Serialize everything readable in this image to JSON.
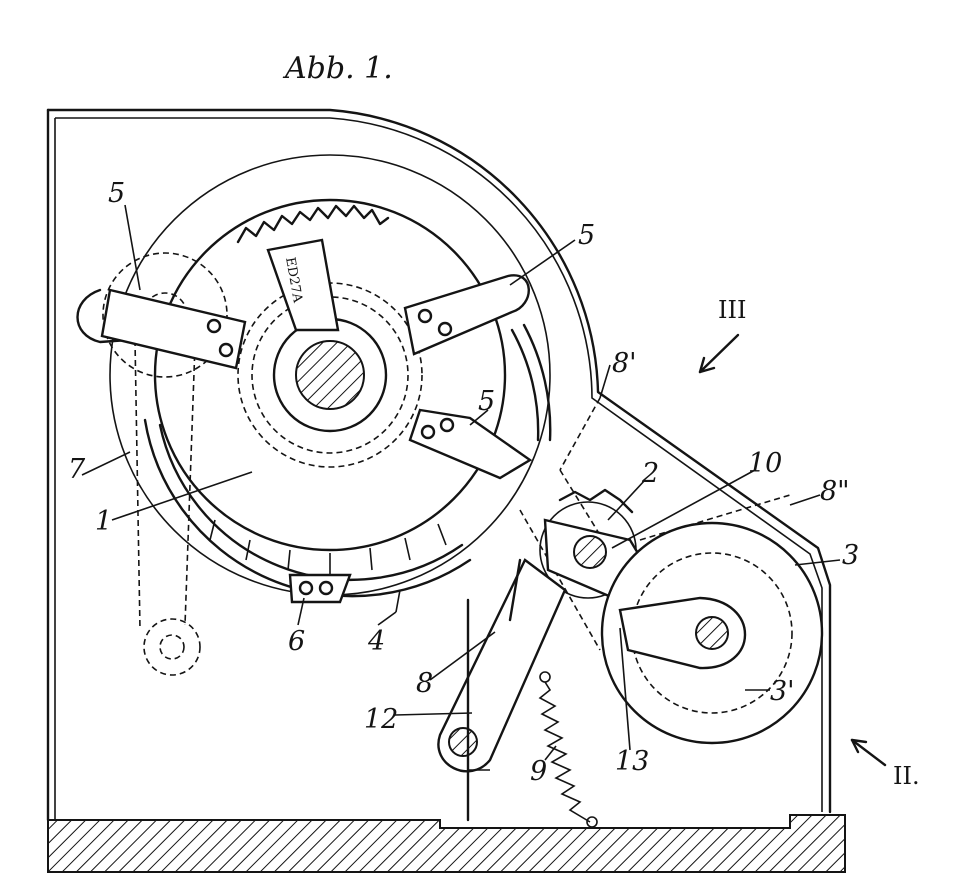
{
  "figure": {
    "title": "Abb. 1.",
    "labels": {
      "part_1": "1",
      "part_2": "2",
      "part_3": "3",
      "part_3_prime": "3'",
      "part_4": "4",
      "part_5_left": "5",
      "part_5_upper_right": "5",
      "part_5_lower_right": "5",
      "part_6": "6",
      "part_7": "7",
      "part_8": "8",
      "part_8_prime": "8'",
      "part_8_double_prime": "8\"",
      "part_9": "9",
      "part_10": "10",
      "part_12": "12",
      "part_13": "13",
      "view_II": "II.",
      "view_III": "III"
    },
    "disc_stamp": "ED27A"
  }
}
